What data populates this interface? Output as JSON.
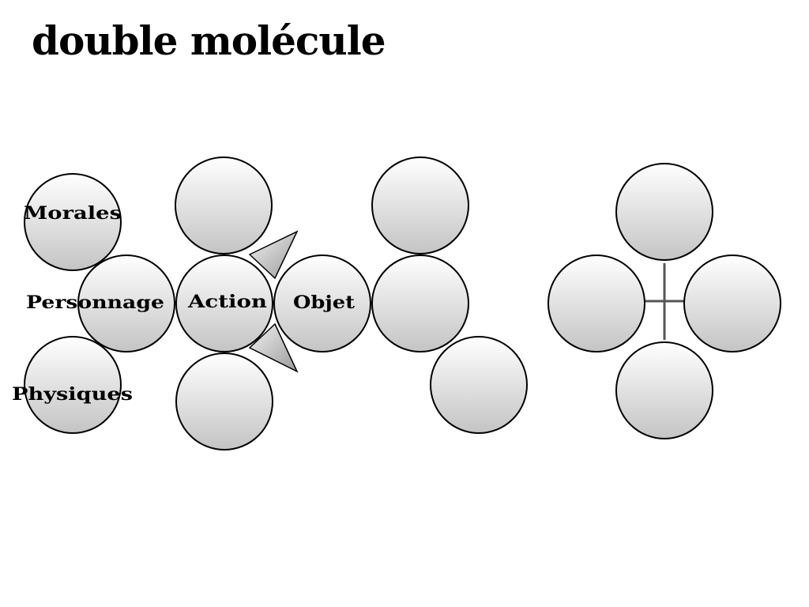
{
  "title": "double molécule",
  "labels": {
    "morales": "Morales",
    "personnage": "Personnage",
    "action": "Action",
    "objet": "Objet",
    "physiques": "Physiques"
  },
  "colors": {
    "bubble_light": "#ffffff",
    "bubble_dark": "#c4c4c4",
    "outline": "#000000",
    "bond": "#555555"
  }
}
